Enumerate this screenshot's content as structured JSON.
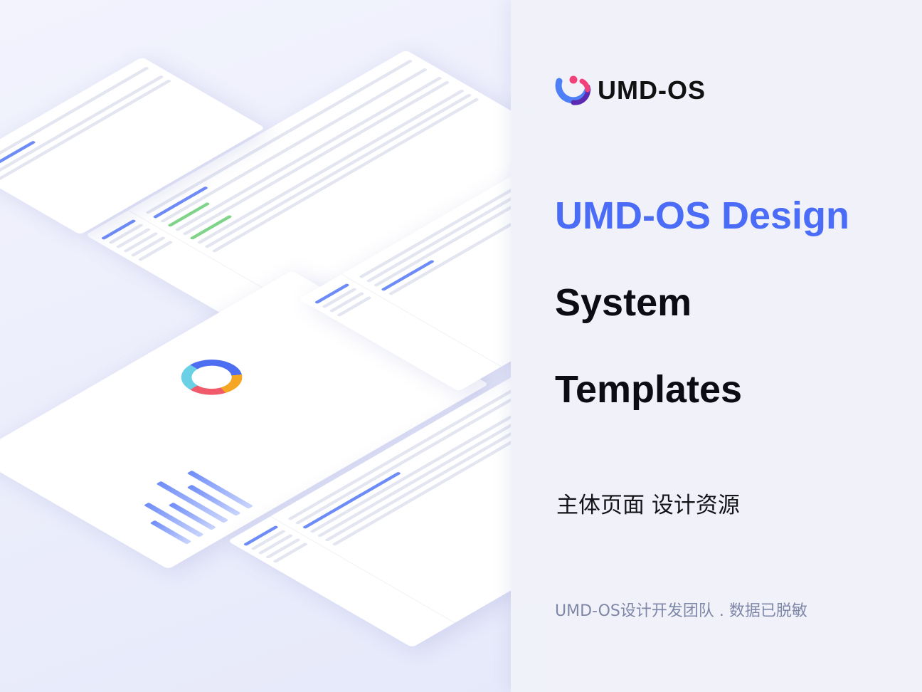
{
  "logo": {
    "text": "UMD-OS",
    "colors": {
      "blue": "#4f7ff7",
      "pink": "#f2417a",
      "purple": "#5a2bb0"
    }
  },
  "title": {
    "line1": "UMD-OS Design",
    "line2": "System",
    "line3": "Templates"
  },
  "subtitle": "主体页面 设计资源",
  "footer": "UMD-OS设计开发团队 . 数据已脱敏",
  "accent": "#4a6cf6"
}
